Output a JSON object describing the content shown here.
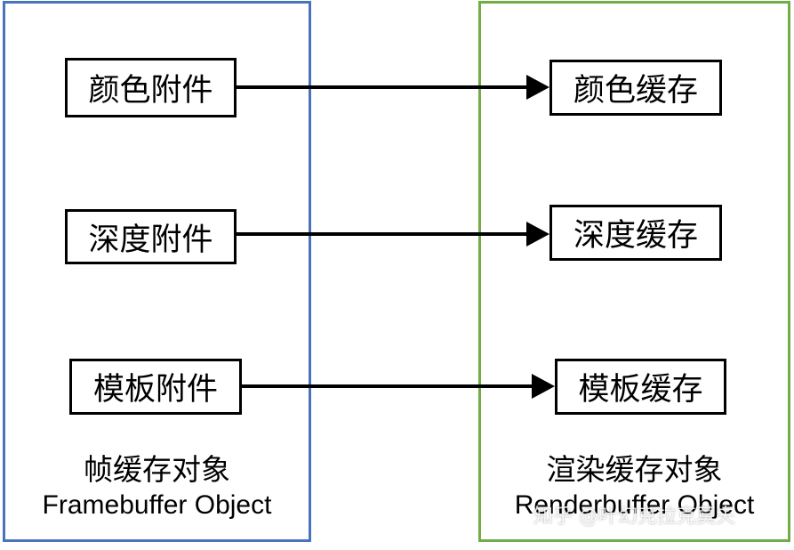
{
  "framebuffer": {
    "caption_zh": "帧缓存对象",
    "caption_en": "Framebuffer Object",
    "border_color": "#4a73bd",
    "attachments": [
      {
        "label": "颜色附件"
      },
      {
        "label": "深度附件"
      },
      {
        "label": "模板附件"
      }
    ]
  },
  "renderbuffer": {
    "caption_zh": "渲染缓存对象",
    "caption_en": "Renderbuffer Object",
    "border_color": "#70ad47",
    "buffers": [
      {
        "label": "颜色缓存"
      },
      {
        "label": "深度缓存"
      },
      {
        "label": "模板缓存"
      }
    ]
  },
  "watermark": "知乎 @叶幻克拉克莫夫"
}
